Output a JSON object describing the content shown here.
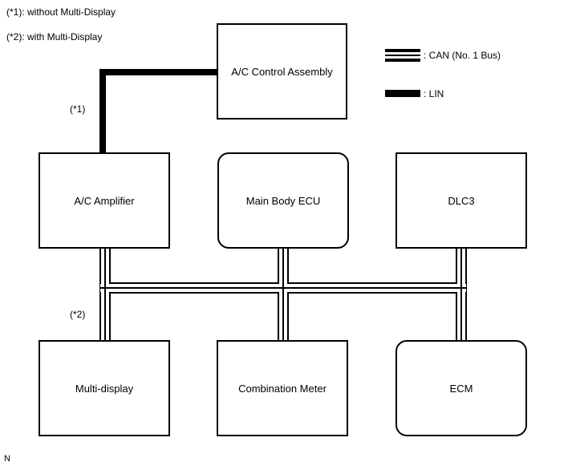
{
  "notes": {
    "note1": "(*1): without Multi-Display",
    "note2": "(*2): with Multi-Display",
    "marker1": "(*1)",
    "marker2": "(*2)",
    "corner": "N"
  },
  "legend": {
    "can_label": ":  CAN (No. 1 Bus)",
    "lin_label": ":  LIN"
  },
  "components": {
    "ac_control": "A/C Control Assembly",
    "ac_amplifier": "A/C Amplifier",
    "main_body_ecu": "Main Body ECU",
    "dlc3": "DLC3",
    "multi_display": "Multi-display",
    "combination_meter": "Combination Meter",
    "ecm": "ECM"
  }
}
